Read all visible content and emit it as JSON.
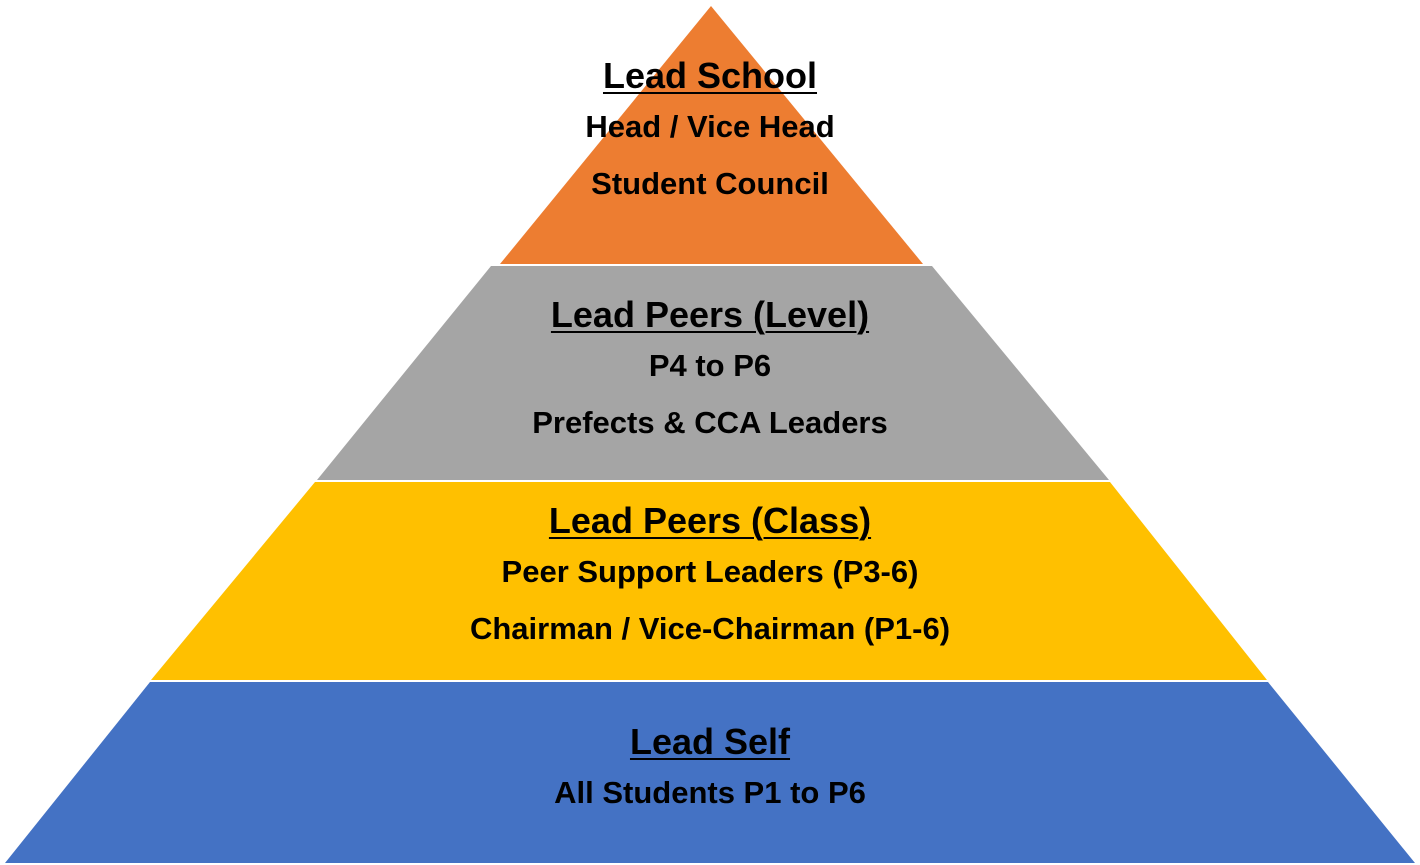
{
  "pyramid": {
    "tiers": [
      {
        "title": "Lead School",
        "lines": [
          "Head / Vice Head",
          "Student Council"
        ],
        "color": "#ED7D31"
      },
      {
        "title": "Lead Peers (Level)",
        "lines": [
          "P4 to P6",
          "Prefects & CCA Leaders"
        ],
        "color": "#A5A5A5"
      },
      {
        "title": "Lead Peers (Class)",
        "lines": [
          "Peer Support Leaders (P3-6)",
          "Chairman / Vice-Chairman (P1-6)"
        ],
        "color": "#FFC000"
      },
      {
        "title": "Lead Self",
        "lines": [
          "All Students P1 to P6"
        ],
        "color": "#4472C4"
      }
    ]
  }
}
